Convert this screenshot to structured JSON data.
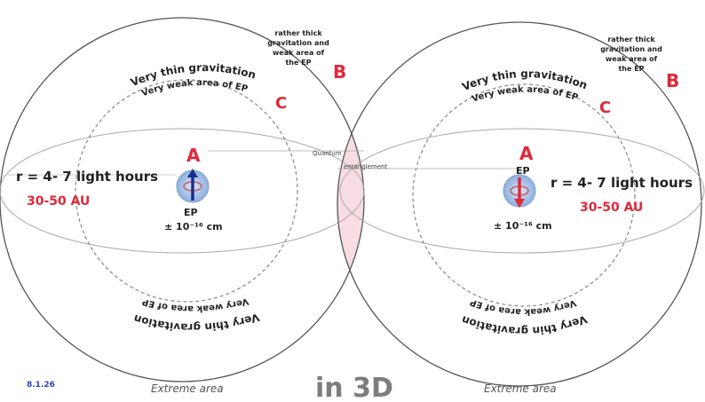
{
  "colors": {
    "sphere_outline": "#555555",
    "dashed_circle": "#888888",
    "overlap_fill": "#f7dde3",
    "red_label": "#e0283a",
    "ep_glow": "#a9c4e8",
    "ep_up_arrow": "#1d2f8c",
    "ep_down_arrow": "#e0283a",
    "date_color": "#2c3fbf",
    "footer_gray": "#7d7d7d"
  },
  "left": {
    "point_a": "A",
    "point_b": "B",
    "point_c": "C",
    "ep_label": "EP",
    "radius_label": "r = 4- 7 light hours",
    "au_label": "30-50 AU",
    "size_label": "± 10⁻¹⁶ cm",
    "thin_grav": "Very thin gravitation",
    "weak_area": "Very weak area of EP",
    "thick_grav_lines": [
      "rather thick",
      "gravitation and",
      "weak area of",
      "the EP"
    ],
    "extreme_area": "Extreme area",
    "spin": "up"
  },
  "right": {
    "point_a": "A",
    "point_b": "B",
    "point_c": "C",
    "ep_label": "EP",
    "radius_label": "r = 4- 7 light hours",
    "au_label": "30-50 AU",
    "size_label": "± 10⁻¹⁶ cm",
    "thin_grav": "Very thin gravitation",
    "weak_area": "Very weak area of EP",
    "thick_grav_lines": [
      "rather thick",
      "gravitation and",
      "weak area of",
      "the EP"
    ],
    "extreme_area": "Extreme area",
    "spin": "down"
  },
  "center": {
    "quantum": "Quantum",
    "entanglement": "entanglement"
  },
  "footer": {
    "date": "8.1.26",
    "in_3d": "in 3D"
  }
}
